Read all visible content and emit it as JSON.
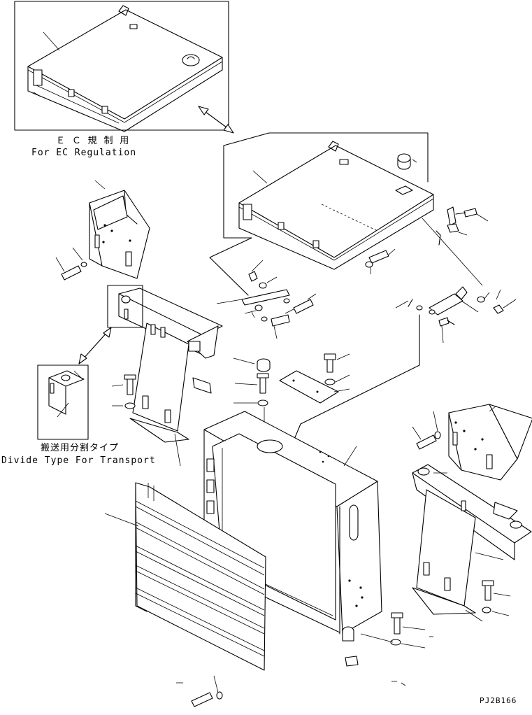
{
  "labels": {
    "ec_japanese": "Ｅ Ｃ 規 制 用",
    "ec_english": "For EC Regulation",
    "divide_japanese": "搬送用分割タイプ",
    "divide_english": "Divide Type For Transport",
    "drawing_code": "PJ2B166"
  }
}
